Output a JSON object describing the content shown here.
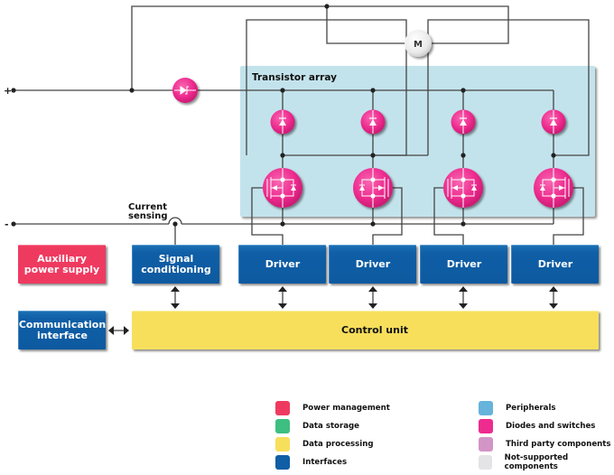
{
  "diagram": {
    "terminals": {
      "positive": "+",
      "negative": "-"
    },
    "transistor_array_title": "Transistor array",
    "motor_label": "M",
    "current_sensing_label_line1": "Current",
    "current_sensing_label_line2": "sensing"
  },
  "blocks": {
    "auxiliary_power_supply": {
      "line1": "Auxiliary",
      "line2": "power supply",
      "category": "Power management"
    },
    "signal_conditioning": {
      "line1": "Signal",
      "line2": "conditioning",
      "category": "Interfaces"
    },
    "drivers": [
      {
        "label": "Driver",
        "category": "Interfaces"
      },
      {
        "label": "Driver",
        "category": "Interfaces"
      },
      {
        "label": "Driver",
        "category": "Interfaces"
      },
      {
        "label": "Driver",
        "category": "Interfaces"
      }
    ],
    "communication_interface": {
      "line1": "Communication",
      "line2": "interface",
      "category": "Interfaces"
    },
    "control_unit": {
      "label": "Control unit",
      "category": "Data processing"
    }
  },
  "legend": {
    "left": [
      {
        "label": "Power management",
        "color": "#ef3a60"
      },
      {
        "label": "Data storage",
        "color": "#3dbf80"
      },
      {
        "label": "Data processing",
        "color": "#f7df5c"
      },
      {
        "label": "Interfaces",
        "color": "#0f5ea6"
      }
    ],
    "right": [
      {
        "label": "Peripherals",
        "color": "#66b3dc"
      },
      {
        "label": "Diodes and switches",
        "color": "#ee2b8e"
      },
      {
        "label": "Third party components",
        "color": "#d394c6"
      },
      {
        "label": "Not-supported components",
        "color": "#e4e4e6"
      }
    ]
  },
  "colors": {
    "transistor_array_bg": "#c3e3ec",
    "switch_pink": "#ee2b8e",
    "wire": "#444444",
    "motor_fill": "#eeeeee"
  }
}
